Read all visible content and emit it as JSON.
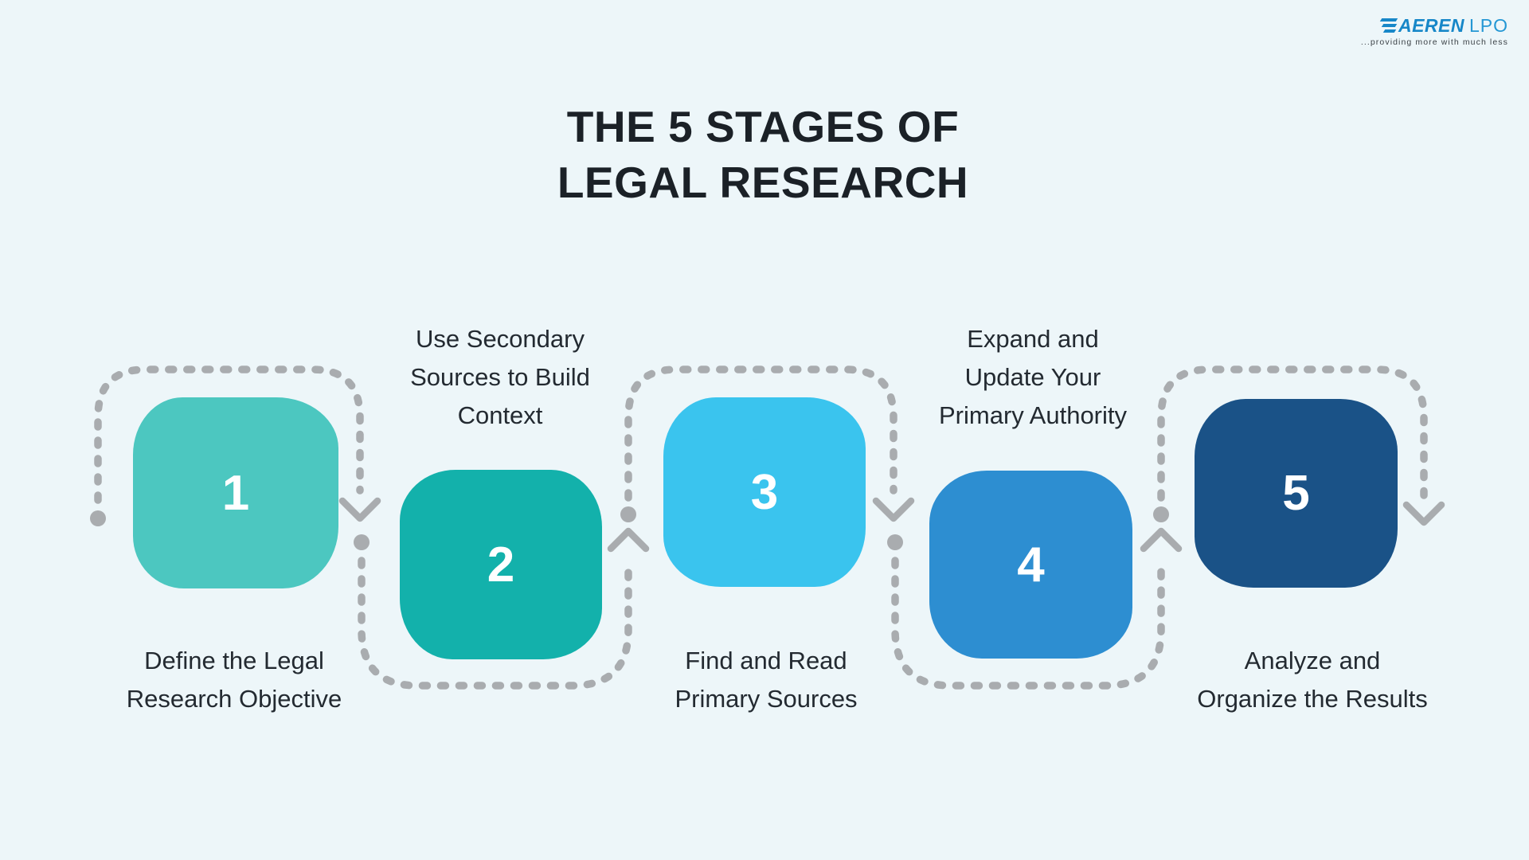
{
  "page": {
    "background_color": "#EDF6F9"
  },
  "logo": {
    "brand": "AEREN",
    "suffix": "LPO",
    "tagline": "...providing more with much less",
    "brand_color": "#1787C8"
  },
  "title": {
    "line1": "THE 5 STAGES OF",
    "line2": "LEGAL RESEARCH",
    "color": "#1B2127"
  },
  "flow": {
    "connector_color": "#A9ACAF",
    "connector_style": "dashed",
    "arrow_directions": [
      "down",
      "up",
      "down",
      "up",
      "down"
    ]
  },
  "stages": [
    {
      "number": "1",
      "color": "#4CC7C0",
      "label": "Define the Legal Research Objective",
      "lines": [
        "Define the Legal",
        "Research Objective"
      ],
      "label_position": "below"
    },
    {
      "number": "2",
      "color": "#13B1AB",
      "label": "Use Secondary Sources to Build Context",
      "lines": [
        "Use Secondary",
        "Sources to Build",
        "Context"
      ],
      "label_position": "above"
    },
    {
      "number": "3",
      "color": "#3AC4EE",
      "label": "Find and Read Primary Sources",
      "lines": [
        "Find and Read",
        "Primary Sources"
      ],
      "label_position": "below"
    },
    {
      "number": "4",
      "color": "#2D8ED1",
      "label": "Expand and Update Your Primary Authority",
      "lines": [
        "Expand and",
        "Update Your",
        "Primary Authority"
      ],
      "label_position": "above"
    },
    {
      "number": "5",
      "color": "#1A5287",
      "label": "Analyze and Organize the Results",
      "lines": [
        "Analyze and",
        "Organize the Results"
      ],
      "label_position": "below"
    }
  ]
}
